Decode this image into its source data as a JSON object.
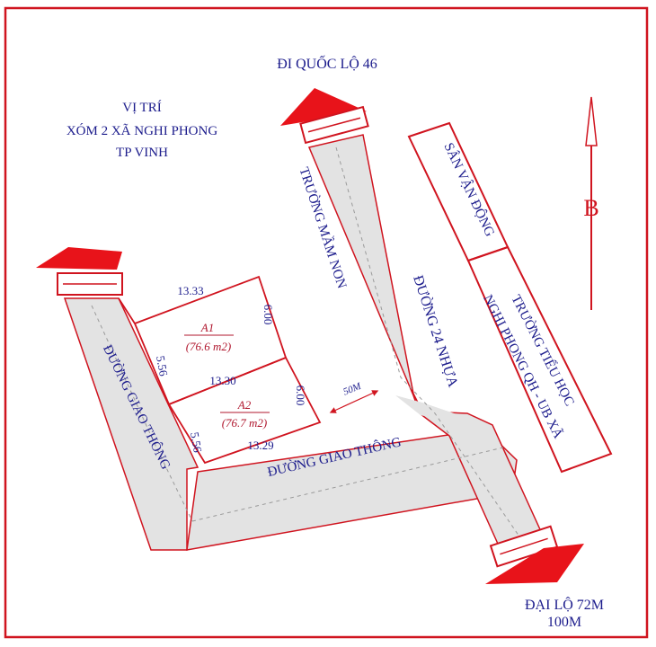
{
  "location": {
    "line1": "VỊ TRÍ",
    "line2": "XÓM 2 XÃ NGHI PHONG",
    "line3": "TP VINH"
  },
  "top_direction": "ĐI QUỐC LỘ 46",
  "bottom_direction": {
    "line1": "ĐẠI LỘ 72M",
    "line2": "100M"
  },
  "north_symbol": "B",
  "roads": {
    "left_vertical": "ĐƯỜNG GIAO THÔNG",
    "bottom_horizontal": "ĐƯỜNG GIAO THÔNG",
    "main": "ĐƯỜNG 24 NHỰA"
  },
  "landmarks": {
    "kindergarten": "TRƯỜNG MẦM NON",
    "stadium": "SÂN VẬN ĐỘNG",
    "school_line1": "TRƯỜNG TIỂU HỌC",
    "school_line2": "NGHI PHONG QH - UB XÃ"
  },
  "lots": [
    {
      "name": "A1",
      "area": "(76.6 m2)",
      "top": "13.33",
      "right": "6.00",
      "left": "5.56",
      "bottom": "13.30"
    },
    {
      "name": "A2",
      "area": "(76.7 m2)",
      "top": "13.30",
      "right": "6.00",
      "left": "5.56",
      "bottom": "13.29"
    }
  ],
  "distance_marker": "50M",
  "colors": {
    "border": "#d0141f",
    "road_fill": "#e3e3e3",
    "arrow": "#e8131a",
    "text": "#1c1c8c"
  }
}
